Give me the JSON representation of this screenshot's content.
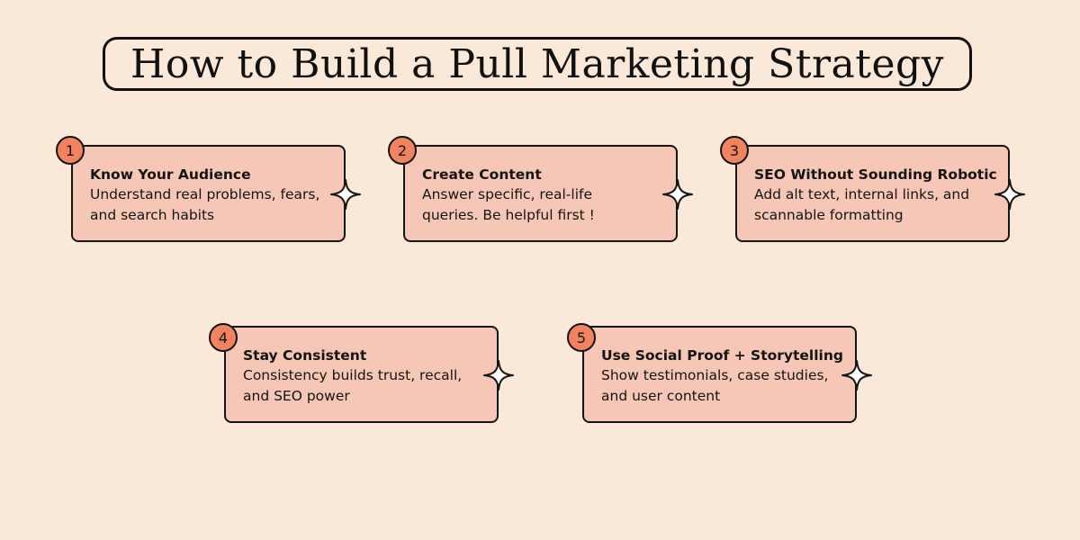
{
  "title": "How to Build a Pull Marketing Strategy",
  "steps": [
    {
      "number": "1",
      "title": "Know Your Audience",
      "line1": "Understand real problems, fears,",
      "line2": "and search habits"
    },
    {
      "number": "2",
      "title": "Create Content",
      "line1": "Answer specific, real-life",
      "line2": "queries. Be helpful first !"
    },
    {
      "number": "3",
      "title": "SEO Without Sounding Robotic",
      "line1": "Add alt text, internal links, and",
      "line2": "scannable formatting"
    },
    {
      "number": "4",
      "title": "Stay Consistent",
      "line1": "Consistency builds trust, recall,",
      "line2": "and SEO power"
    },
    {
      "number": "5",
      "title": "Use Social Proof + Storytelling",
      "line1": "Show testimonials, case studies,",
      "line2": "and user content"
    }
  ],
  "colors": {
    "background": "#fae8d8",
    "card": "#f6c7b6",
    "badge": "#f28360",
    "outline": "#141414"
  },
  "icons": {
    "card_decoration": "four-point-sparkle-icon"
  }
}
